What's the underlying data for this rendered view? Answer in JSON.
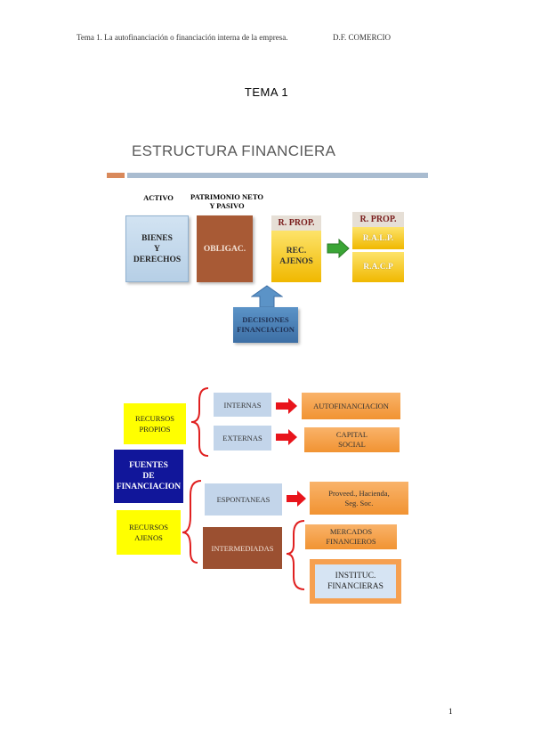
{
  "header": {
    "left_text": "Tema 1. La autofinanciación o financiación interna de la empresa.",
    "right_text": "D.F. COMERCIO"
  },
  "document_title": "TEMA 1",
  "structure_diagram": {
    "title": "ESTRUCTURA FINANCIERA",
    "col_activo": "ACTIVO",
    "col_patrimonio": "PATRIMONIO NETO\nY PASIVO",
    "bienes": "BIENES\nY\nDERECHOS",
    "obligac": "OBLIGAC.",
    "rprop_left": "R. PROP.",
    "rec_ajenos": "REC.\nAJENOS",
    "rprop_right": "R. PROP.",
    "ralp": "R.A.L.P.",
    "racp": "R.A.C.P",
    "decisiones": "DECISIONES\nFINANCIACION"
  },
  "sources_diagram": {
    "fuentes": "FUENTES\nDE\nFINANCIACION",
    "recursos_propios": "RECURSOS\nPROPIOS",
    "recursos_ajenos": "RECURSOS\nAJENOS",
    "internas": "INTERNAS",
    "externas": "EXTERNAS",
    "espontaneas": "ESPONTANEAS",
    "intermediadas": "INTERMEDIADAS",
    "autofinanciacion": "AUTOFINANCIACION",
    "capital_social": "CAPITAL\nSOCIAL",
    "proveed": "Proveed., Hacienda,\nSeg. Soc.",
    "mercados": "MERCADOS\nFINANCIEROS",
    "instituc": "INSTITUC.\nFINANCIERAS"
  },
  "colors": {
    "bracket_red": "#e02020",
    "arrow_red": "#e8141b",
    "arrow_green": "#3aa535",
    "title_bar": "#a9bcd0",
    "accent": "#d9895b"
  },
  "page_number": "1"
}
